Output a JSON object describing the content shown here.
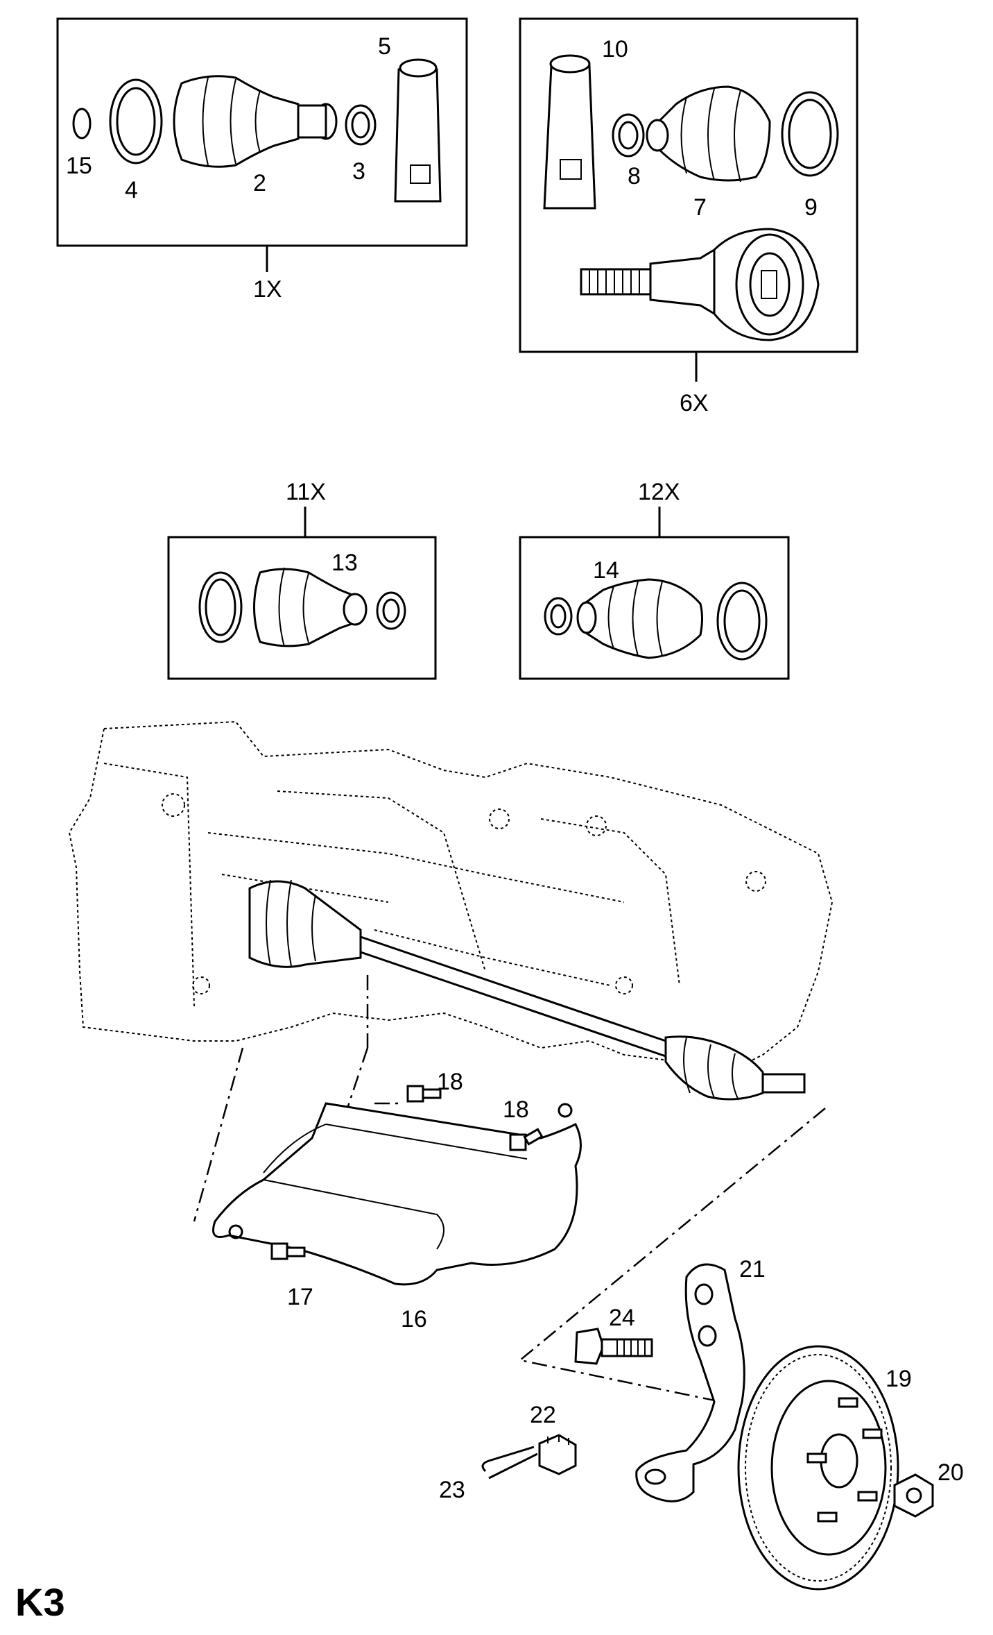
{
  "sheet_code": "K3",
  "kits": [
    {
      "id": "1x",
      "label": "1X"
    },
    {
      "id": "6x",
      "label": "6X"
    },
    {
      "id": "11x",
      "label": "11X"
    },
    {
      "id": "12x",
      "label": "12X"
    }
  ],
  "parts": [
    {
      "id": "p2",
      "number": "2"
    },
    {
      "id": "p3",
      "number": "3"
    },
    {
      "id": "p4",
      "number": "4"
    },
    {
      "id": "p5",
      "number": "5"
    },
    {
      "id": "p7",
      "number": "7"
    },
    {
      "id": "p8",
      "number": "8"
    },
    {
      "id": "p9",
      "number": "9"
    },
    {
      "id": "p10",
      "number": "10"
    },
    {
      "id": "p13",
      "number": "13"
    },
    {
      "id": "p14",
      "number": "14"
    },
    {
      "id": "p15",
      "number": "15"
    },
    {
      "id": "p16",
      "number": "16"
    },
    {
      "id": "p17",
      "number": "17"
    },
    {
      "id": "p18a",
      "number": "18"
    },
    {
      "id": "p18b",
      "number": "18"
    },
    {
      "id": "p19",
      "number": "19"
    },
    {
      "id": "p20",
      "number": "20"
    },
    {
      "id": "p21",
      "number": "21"
    },
    {
      "id": "p22",
      "number": "22"
    },
    {
      "id": "p23",
      "number": "23"
    },
    {
      "id": "p24",
      "number": "24"
    }
  ]
}
